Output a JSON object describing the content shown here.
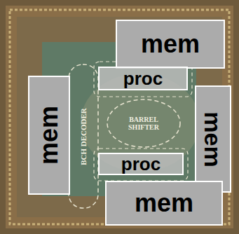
{
  "diagram": {
    "nodes": [
      {
        "text": [
          "mem"
        ]
      },
      {
        "text": [
          "mem"
        ]
      },
      {
        "text": [
          "proc"
        ]
      },
      {
        "text": [
          "mem"
        ]
      },
      {
        "text": [
          "proc"
        ]
      },
      {
        "text": [
          "mem"
        ]
      }
    ],
    "labels": [
      "BCH DECODER",
      "BARREL SHIFTER"
    ]
  }
}
